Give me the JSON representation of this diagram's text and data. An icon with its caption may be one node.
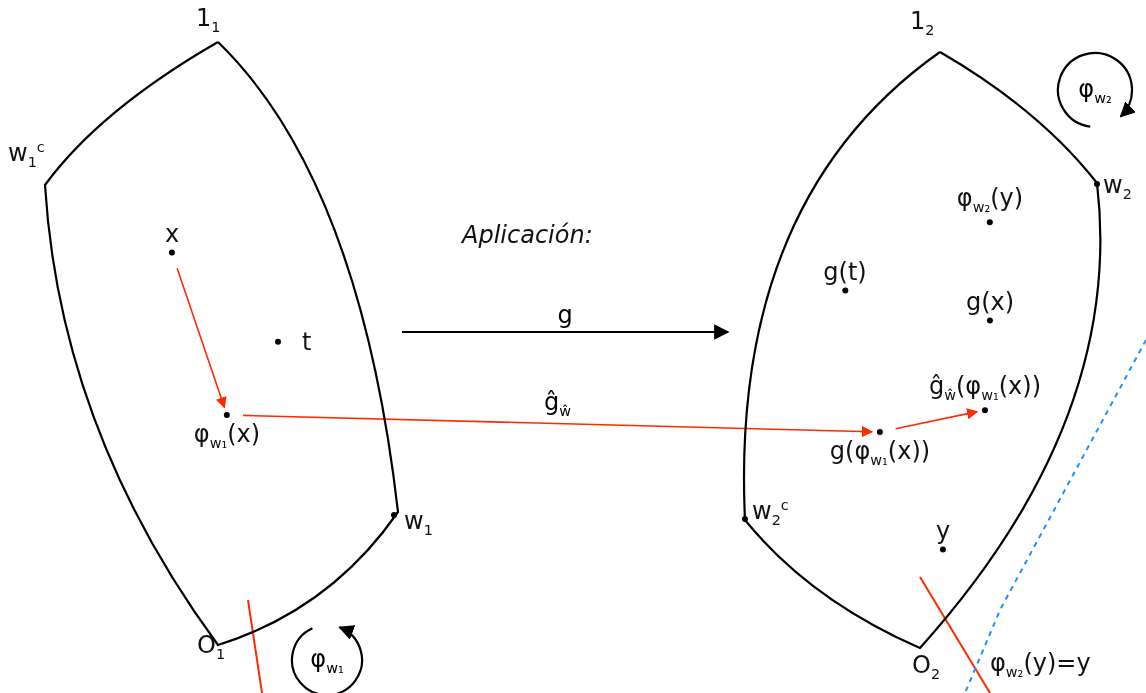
{
  "diagram": {
    "nodes": [
      {
        "text": [],
        "shape": "region"
      },
      {
        "text": [
          "x"
        ],
        "in": 0
      },
      {
        "text": [
          "t"
        ],
        "in": 0
      },
      {
        "text": [
          "φ$_{w₁}$(x)"
        ],
        "in": 0
      },
      {
        "text": [
          "φ$_{w₁}$"
        ]
      },
      {
        "text": [],
        "shape": "region"
      },
      {
        "text": [
          "φ$_{w₂}$(y)"
        ],
        "in": 5
      },
      {
        "text": [
          "g(t)"
        ],
        "in": 5
      },
      {
        "text": [
          "g(x)"
        ],
        "in": 5
      },
      {
        "text": [
          "ĝ$_{ŵ}$(φ$_{w₁}$(x))"
        ],
        "in": 5
      },
      {
        "text": [
          "g(φ$_{w₁}$(x))"
        ],
        "in": 5
      },
      {
        "text": [
          "y"
        ],
        "in": 5
      },
      {
        "text": [
          "φ$_{w₂}$"
        ]
      }
    ],
    "edges": [
      {
        "from": 1,
        "to": 3,
        "arrow": "to"
      },
      {
        "from": 0,
        "to": 5,
        "arrow": "to",
        "label": "g",
        "color": "#000000"
      },
      {
        "from": 3,
        "to": 10,
        "arrow": "to",
        "label": "ĝ$_{ŵ}$"
      },
      {
        "from": 10,
        "to": 9,
        "arrow": "to"
      }
    ],
    "labels": [
      "1$_{1}$",
      "w$_{1}$$^{c}$",
      "w$_{1}$",
      "O$_{1}$",
      "Aplicación:",
      "1$_{2}$",
      "w$_{2}$",
      "w$_{2}$$^{c}$",
      "O$_{2}$",
      "φ$_{w₂}$(y)=y"
    ]
  }
}
